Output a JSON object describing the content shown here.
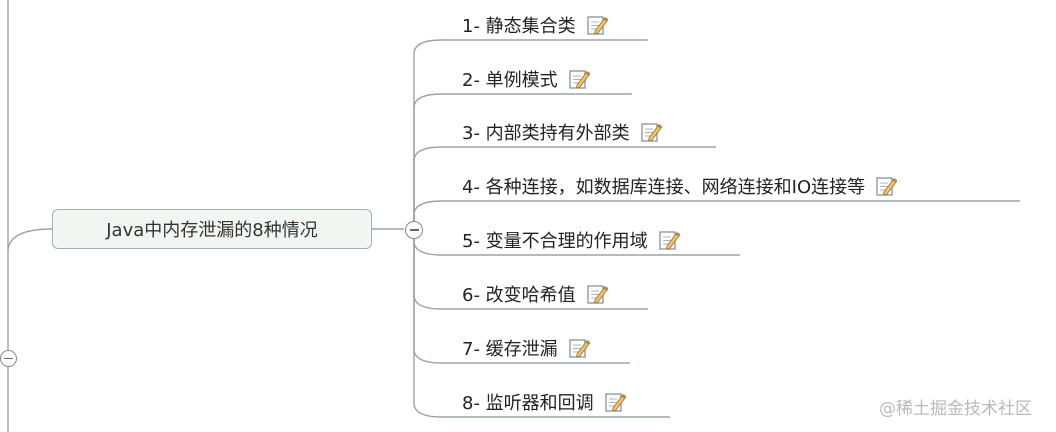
{
  "central_topic": {
    "label": "Java中内存泄漏的8种情况"
  },
  "branches": [
    {
      "label": "1- 静态集合类",
      "icon": "note-icon"
    },
    {
      "label": "2- 单例模式",
      "icon": "note-icon"
    },
    {
      "label": "3- 内部类持有外部类",
      "icon": "note-icon"
    },
    {
      "label": "4- 各种连接，如数据库连接、网络连接和IO连接等",
      "icon": "note-icon"
    },
    {
      "label": "5- 变量不合理的作用域",
      "icon": "note-icon"
    },
    {
      "label": "6- 改变哈希值",
      "icon": "note-icon"
    },
    {
      "label": "7- 缓存泄漏",
      "icon": "note-icon"
    },
    {
      "label": "8- 监听器和回调",
      "icon": "note-icon"
    }
  ],
  "watermark": {
    "text": "@稀土掘金技术社区"
  },
  "colors": {
    "line": "#9aa79f",
    "node_fill": "#f2f6f2",
    "node_border": "#9fb5a4",
    "text": "#222222",
    "watermark": "#b9b9b9"
  }
}
